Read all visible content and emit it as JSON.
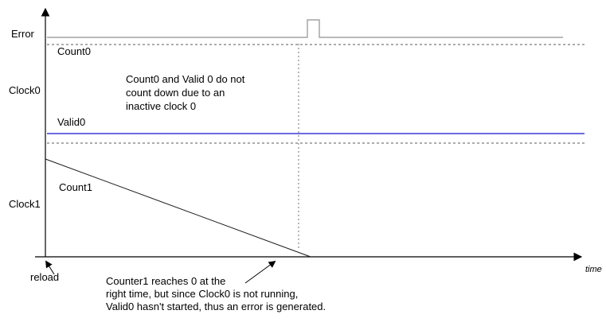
{
  "diagram": {
    "labels": {
      "error": "Error",
      "count0": "Count0",
      "clock0": "Clock0",
      "valid0": "Valid0",
      "count1": "Count1",
      "clock1": "Clock1",
      "reload": "reload",
      "time": "time"
    },
    "annotations": {
      "inactive_clock": "Count0 and Valid 0 do not\ncount down due to an\ninactive clock 0",
      "error_generated": "Counter1 reaches 0 at the\nright time, but since Clock0 is not running,\nValid0 hasn't started, thus an error is generated."
    },
    "colors": {
      "error_line": "#8f8f8f",
      "dashed_line": "#5a5a5a",
      "valid0_line": "#3a3ad0",
      "dotted_marker": "#8a8a8a",
      "axis": "#000000"
    }
  }
}
